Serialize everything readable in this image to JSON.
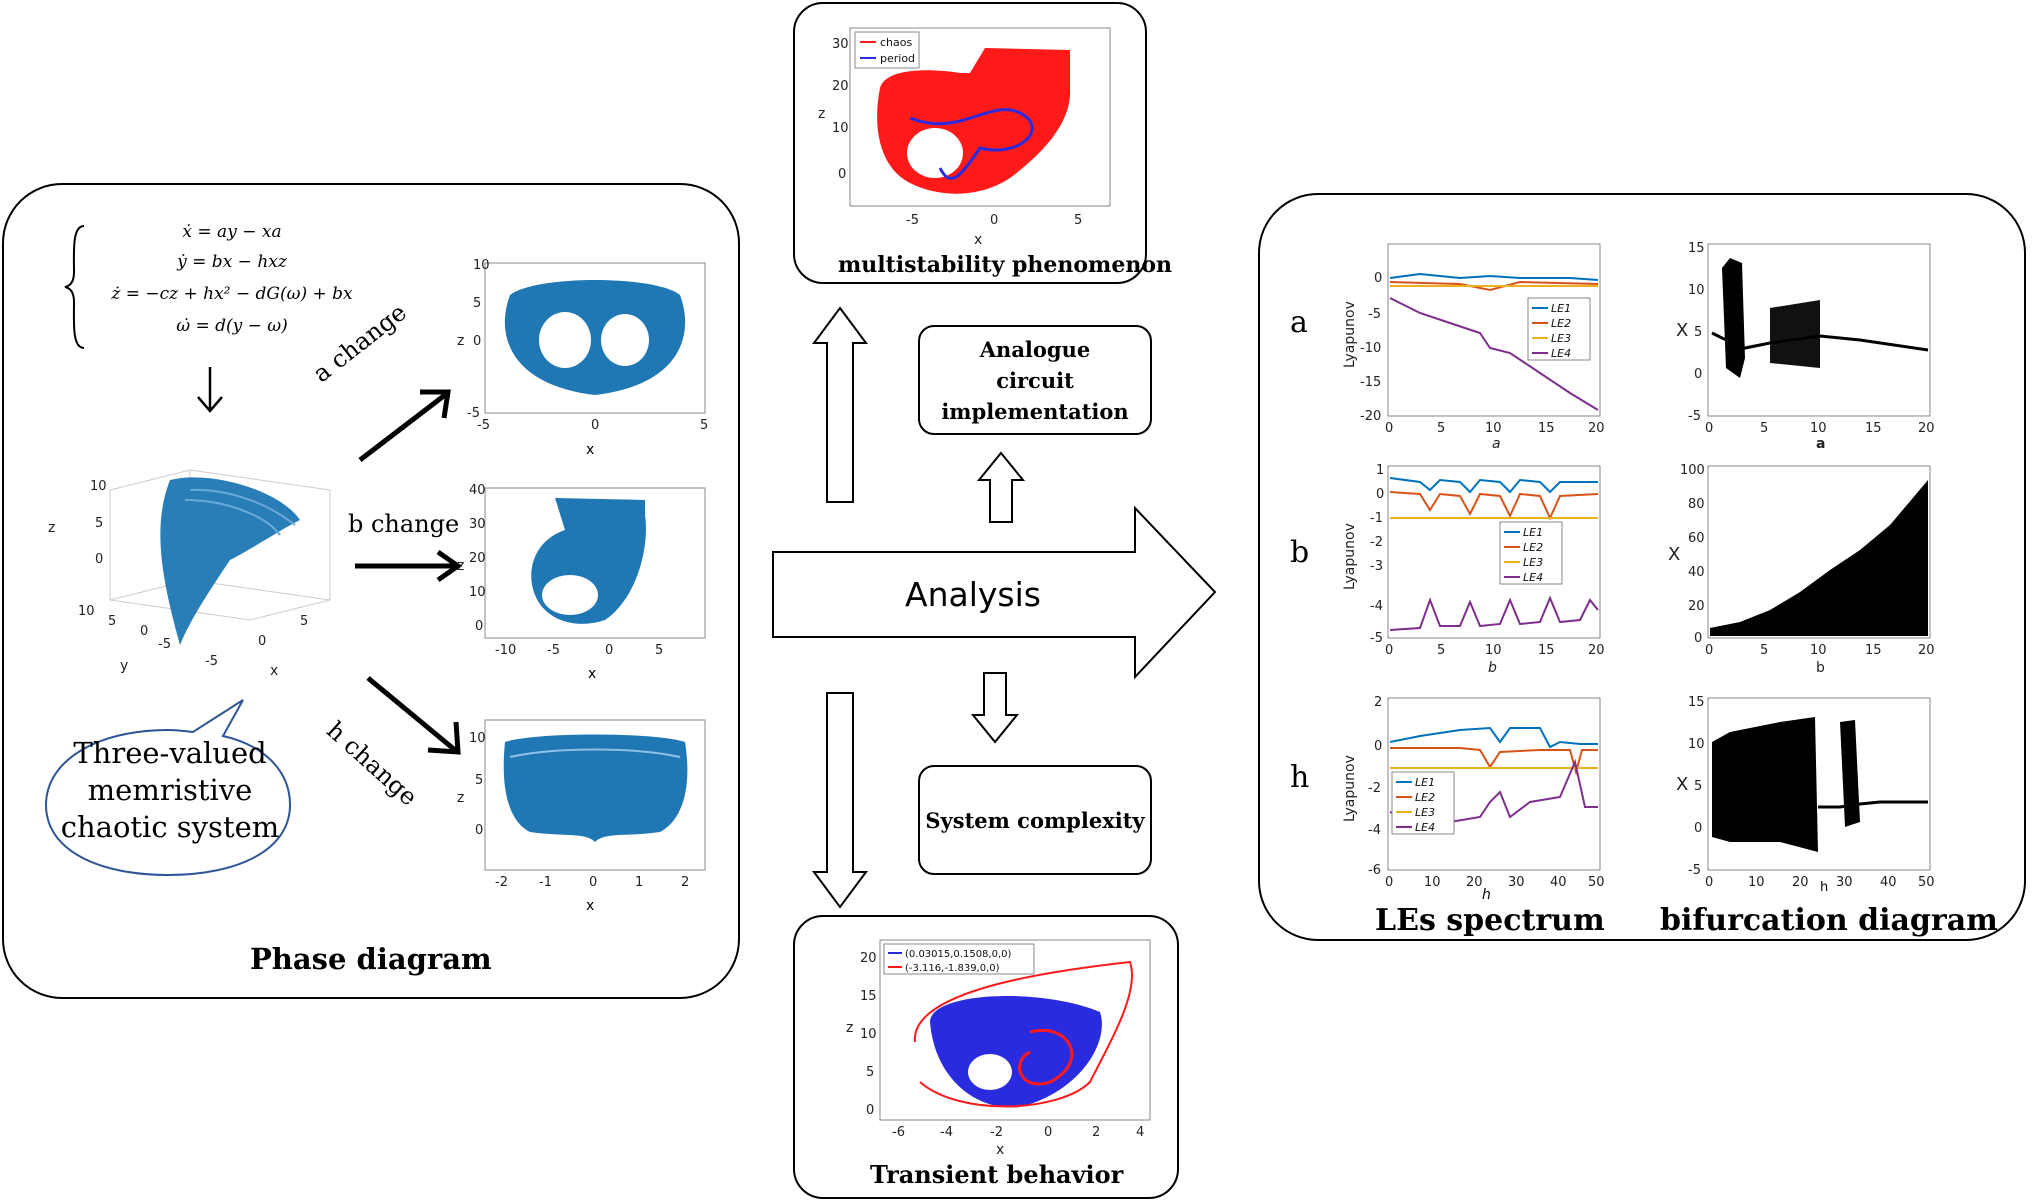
{
  "equations": {
    "eq1": "ẋ = ay − xa",
    "eq2": "ẏ = bx − hxz",
    "eq3": "ż = −cz + hx² − dG(ω) + bx",
    "eq4": "ω̇ = d(y − ω)"
  },
  "left_panel": {
    "title": "Phase diagram",
    "speech_bubble": [
      "Three-valued",
      "memristive",
      "chaotic system"
    ],
    "arrow_labels": {
      "a": "a change",
      "b": "b change",
      "h": "h change"
    },
    "plot3d": {
      "z_label": "z",
      "y_label": "y",
      "x_label": "x",
      "z_ticks": [
        "10",
        "5",
        "0"
      ],
      "y_ticks": [
        "10",
        "5",
        "0",
        "-5"
      ],
      "x_ticks": [
        "-5",
        "0",
        "5"
      ]
    },
    "plot_a": {
      "xlabel": "x",
      "ylabel": "z",
      "xticks": [
        "-5",
        "0",
        "5"
      ],
      "yticks": [
        "10",
        "5",
        "0",
        "-5"
      ]
    },
    "plot_b": {
      "xlabel": "x",
      "ylabel": "z",
      "xticks": [
        "-10",
        "-5",
        "0",
        "5"
      ],
      "yticks": [
        "40",
        "30",
        "20",
        "10",
        "0"
      ]
    },
    "plot_h": {
      "xlabel": "x",
      "ylabel": "z",
      "xticks": [
        "-2",
        "-1",
        "0",
        "1",
        "2"
      ],
      "yticks": [
        "10",
        "5",
        "0"
      ]
    }
  },
  "top_panel": {
    "title": "multistability phenomenon",
    "plot": {
      "xlabel": "x",
      "ylabel": "z",
      "xticks": [
        "-5",
        "0",
        "5"
      ],
      "yticks": [
        "30",
        "20",
        "10",
        "0"
      ],
      "legend": [
        "chaos",
        "period"
      ]
    }
  },
  "bottom_panel": {
    "title": "Transient behavior",
    "plot": {
      "xlabel": "x",
      "ylabel": "z",
      "xticks": [
        "-6",
        "-4",
        "-2",
        "0",
        "2",
        "4"
      ],
      "yticks": [
        "20",
        "15",
        "10",
        "5",
        "0"
      ],
      "legend": [
        "(0.03015,0.1508,0,0)",
        "(-3.116,-1.839,0,0)"
      ]
    }
  },
  "middle": {
    "analogue_box": "Analogue circuit implementation",
    "complexity_box": "System complexity",
    "analysis_arrow": "Analysis"
  },
  "right_panel": {
    "col_titles": [
      "LEs spectrum",
      "bifurcation diagram"
    ],
    "row_labels": [
      "a",
      "b",
      "h"
    ],
    "le_legend": [
      "LE1",
      "LE2",
      "LE3",
      "LE4"
    ],
    "le_a": {
      "ylabel": "Lyapunov",
      "xlabel": "a",
      "xticks": [
        "0",
        "5",
        "10",
        "15",
        "20"
      ],
      "yticks": [
        "0",
        "-5",
        "-10",
        "-15",
        "-20"
      ]
    },
    "le_b": {
      "ylabel": "Lyapunov",
      "xlabel": "b",
      "xticks": [
        "0",
        "5",
        "10",
        "15",
        "20"
      ],
      "yticks": [
        "1",
        "0",
        "-1",
        "-2",
        "-3",
        "-4",
        "-5"
      ]
    },
    "le_h": {
      "ylabel": "Lyapunov",
      "xlabel": "h",
      "xticks": [
        "0",
        "10",
        "20",
        "30",
        "40",
        "50"
      ],
      "yticks": [
        "2",
        "0",
        "-2",
        "-4",
        "-6"
      ]
    },
    "bif_a": {
      "ylabel": "X",
      "xlabel": "a",
      "xticks": [
        "0",
        "5",
        "10",
        "15",
        "20"
      ],
      "yticks": [
        "15",
        "10",
        "5",
        "0",
        "-5"
      ]
    },
    "bif_b": {
      "ylabel": "X",
      "xlabel": "b",
      "xticks": [
        "0",
        "5",
        "10",
        "15",
        "20"
      ],
      "yticks": [
        "100",
        "80",
        "60",
        "40",
        "20",
        "0"
      ]
    },
    "bif_h": {
      "ylabel": "X",
      "xlabel": "h",
      "xticks": [
        "0",
        "10",
        "20",
        "30",
        "40",
        "50"
      ],
      "yticks": [
        "15",
        "10",
        "5",
        "0",
        "-5"
      ]
    }
  },
  "colors": {
    "attractor_blue": "#1f77b4",
    "chaos_red": "#ff1a1a",
    "period_blue": "#2a2adf",
    "le1": "#0072bd",
    "le2": "#d95319",
    "le3": "#edb120",
    "le4": "#7e2f8e",
    "bubble_border": "#2f5597"
  }
}
